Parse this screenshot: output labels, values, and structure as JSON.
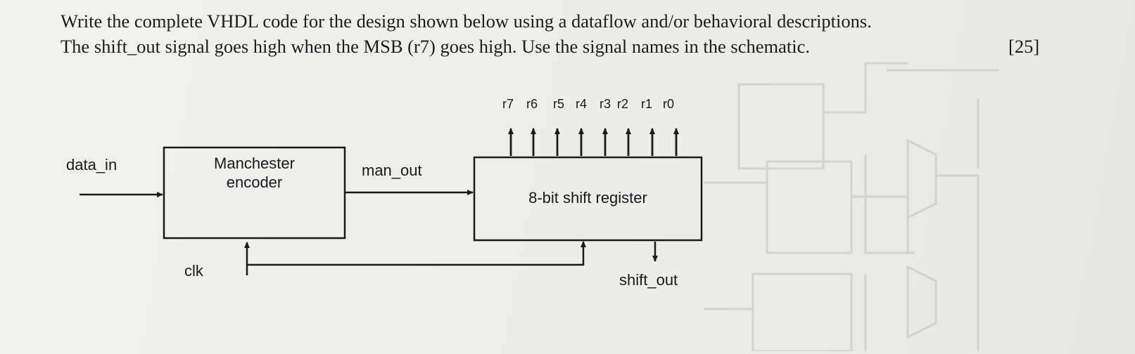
{
  "question": {
    "line1": "Write the complete VHDL code for the design shown below using a dataflow and/or behavioral descriptions.",
    "line2": "The shift_out signal goes high when the MSB (r7) goes high. Use the signal names in the schematic.",
    "marks": "[25]"
  },
  "diagram": {
    "data_in_label": "data_in",
    "encoder_line1": "Manchester",
    "encoder_line2": "encoder",
    "man_out_label": "man_out",
    "register_label": "8-bit shift register",
    "clk_label": "clk",
    "shift_out_label": "shift_out",
    "register_bits": [
      "r7",
      "r6",
      "r5",
      "r4",
      "r3",
      "r2",
      "r1",
      "r0"
    ]
  }
}
